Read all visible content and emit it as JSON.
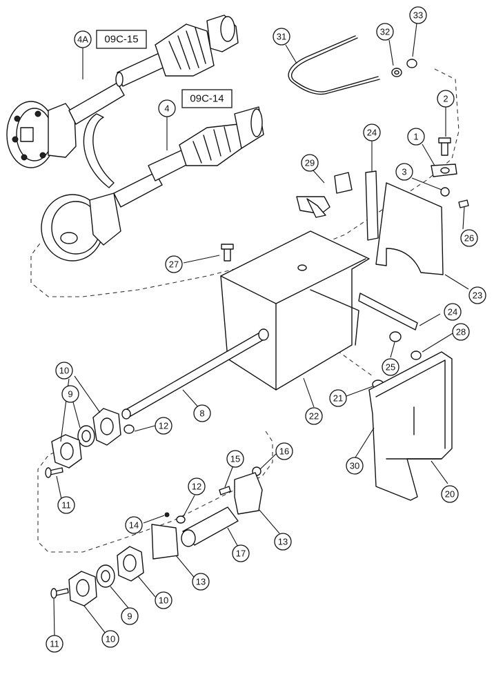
{
  "references": [
    {
      "id": "ref-09c-15",
      "text": "09C-15"
    },
    {
      "id": "ref-09c-14",
      "text": "09C-14"
    }
  ],
  "callouts": [
    {
      "key": "c4a",
      "label": "4A"
    },
    {
      "key": "c4",
      "label": "4"
    },
    {
      "key": "c31",
      "label": "31"
    },
    {
      "key": "c32",
      "label": "32"
    },
    {
      "key": "c33",
      "label": "33"
    },
    {
      "key": "c2",
      "label": "2"
    },
    {
      "key": "c1",
      "label": "1"
    },
    {
      "key": "c3",
      "label": "3"
    },
    {
      "key": "c24a",
      "label": "24"
    },
    {
      "key": "c29",
      "label": "29"
    },
    {
      "key": "c26",
      "label": "26"
    },
    {
      "key": "c27",
      "label": "27"
    },
    {
      "key": "c23",
      "label": "23"
    },
    {
      "key": "c24b",
      "label": "24"
    },
    {
      "key": "c28",
      "label": "28"
    },
    {
      "key": "c25",
      "label": "25"
    },
    {
      "key": "c21",
      "label": "21"
    },
    {
      "key": "c22",
      "label": "22"
    },
    {
      "key": "c8",
      "label": "8"
    },
    {
      "key": "c10a",
      "label": "10"
    },
    {
      "key": "c9a",
      "label": "9"
    },
    {
      "key": "c12a",
      "label": "12"
    },
    {
      "key": "c30",
      "label": "30"
    },
    {
      "key": "c20",
      "label": "20"
    },
    {
      "key": "c11a",
      "label": "11"
    },
    {
      "key": "c15",
      "label": "15"
    },
    {
      "key": "c16",
      "label": "16"
    },
    {
      "key": "c12b",
      "label": "12"
    },
    {
      "key": "c14",
      "label": "14"
    },
    {
      "key": "c13a",
      "label": "13"
    },
    {
      "key": "c17",
      "label": "17"
    },
    {
      "key": "c13b",
      "label": "13"
    },
    {
      "key": "c10b",
      "label": "10"
    },
    {
      "key": "c9b",
      "label": "9"
    },
    {
      "key": "c11b",
      "label": "11"
    },
    {
      "key": "c10c",
      "label": "10"
    }
  ]
}
